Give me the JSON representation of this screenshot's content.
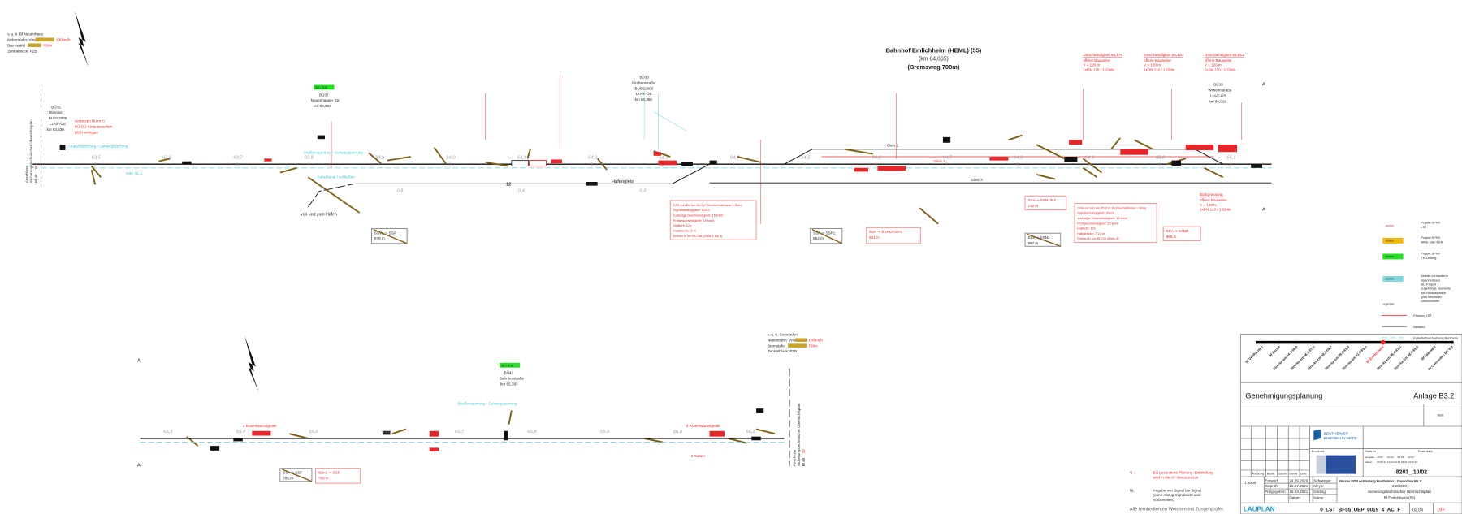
{
  "top_left_info": {
    "line1": "v. u. n. Bf Neuenhaus",
    "line2": "Nebenbahn: Vmax",
    "line2_value": "100km/h",
    "line3": "Bremstafel",
    "line3_value": "700m",
    "line4": "Zentralblock: PZB"
  },
  "bottom_right_info": {
    "line1": "v. u. n. Coevorden",
    "line2": "Nebenbahn: Vmax",
    "line2_value": "100km/h",
    "line3": "Bremstafel",
    "line3_value": "700m",
    "line4": "Zentralblock: PZB"
  },
  "title": {
    "name": "Bahnhof Emlichheim (HEML) (55)",
    "km": "(km 64,665)",
    "brake": "(Bremsweg 700m)"
  },
  "left_connection": {
    "line1": "Anschluss",
    "line2": "Sicherungstechnischer Übersichtsplan",
    "line3": "Bf alt",
    "line3_value": "18"
  },
  "right_connection": {
    "line1": "Anschluss",
    "line2": "Sicherungstechnischer Übersichtsplan",
    "line3": "Bf alt",
    "line3_value": "20"
  },
  "level_crossing_left": {
    "lines": [
      "BÜ35",
      "Oberdorf",
      "BUES2000",
      "LzA/F-ÜS",
      "km 63,630"
    ],
    "notes": [
      "versetzen Bü-m  *)",
      "BÜ-BÜ-Kette tauschen",
      "BüSt verlegen"
    ]
  },
  "cyan_notes": {
    "road_closure": "Straßensperrung / Gehwegsperrung",
    "cable": "KBK Gl. 1",
    "cable2": "Kabelkanal / schließen"
  },
  "km_marks_top": [
    "63,5",
    "63,6",
    "63,7",
    "63,8",
    "63,9",
    "64,0",
    "64,1",
    "64,2",
    "64,3",
    "64,4",
    "64,5",
    "64,6",
    "64,7",
    "64,8",
    "64,9",
    "65,0",
    "65,1"
  ],
  "km_marks_harbour": [
    "0,5",
    "0,4",
    "0,3"
  ],
  "km_marks_bottom": [
    "65,3",
    "65,4",
    "65,5",
    "65,6",
    "65,7",
    "65,8",
    "65,9",
    "66,0",
    "66,1"
  ],
  "harbour": {
    "track_label": "Hafengleis",
    "track_no": "12",
    "route_label": "von und zum Hafen"
  },
  "station_track_labels": [
    "Gleis 1",
    "Gleis 2",
    "Gleis 3"
  ],
  "distance_boxes": [
    {
      "route": "SSVa ⇒ SSA",
      "length": "879 m",
      "style": "grey"
    },
    {
      "route": "SSP ⇒ SSP1",
      "length": "852 m",
      "style": "grey"
    },
    {
      "route": "SSF ⇒ SSP1/P2/P3",
      "length": "851 m",
      "style": "red"
    },
    {
      "route": "SSA ⇒ SSN1/N2",
      "length": "732 m",
      "style": "red"
    },
    {
      "route": "SSn ⇒ SSN2",
      "length": "997 m",
      "style": "grey"
    },
    {
      "route": "SSA ⇒ SSBB",
      "length": "988 m",
      "style": "red"
    },
    {
      "route": "SSn ⇒ SSF",
      "length": "785 m",
      "style": "grey"
    },
    {
      "route": "SSn1 ⇒ SSF",
      "length": "760 m",
      "style": "red"
    }
  ],
  "gfa_boxes": [
    {
      "lines": [
        "GFA von BÜ km 64,3 (F Sichtverhältnisse = 80m)",
        "Signalabhängigkeit: SSV3",
        "zulässige Geschwindigkeit: 15 km/h",
        "Prüfgeschwindigkeit: 15 km/h",
        "Haltlicht: 12s",
        "Haltstrecke: 8 m",
        "Einbau in km 64,768 (Gleis 1 bis 3)"
      ]
    },
    {
      "lines": [
        "GFA von BÜ km 65,3 (F Sichtverhältnisse = 80m)",
        "Signalabhängigkeit: SSV3",
        "zulässige Geschwindigkeit: 15 km/h",
        "Prüfgeschwindigkeit: 15 km/h",
        "Haltlicht: 12s",
        "Haltstrecke: 7,14 m",
        "Einbau in km 65,743 (Gleis 3)"
      ]
    }
  ],
  "speed_notes": [
    {
      "title": "Geschwindigkeit 65,175",
      "lines": [
        "offene Bauweise",
        "V = 120 m",
        "1xDN 110 / 1 Gbits"
      ]
    },
    {
      "title": "Geschwindigkeit 65,420",
      "lines": [
        "offene Bauweise",
        "V = 120 m",
        "1xDN 110 / 1 Gbits"
      ]
    },
    {
      "title": "Geschwindigkeit 65,651",
      "lines": [
        "offene Bauweise",
        "V = 120 m",
        "1xDN 110 / 1 Gbits"
      ]
    },
    {
      "title": "Bohrpressung",
      "lines": [
        "offene Bauweise",
        "V = 120 m",
        "1xDN 110 / 1 Gbits"
      ]
    }
  ],
  "crossing_labels": [
    {
      "lines": [
        "BÜ37",
        "Neuenhauser Str.",
        "km 63,983"
      ],
      "badge": "BÜ / BUE"
    },
    {
      "lines": [
        "BÜ38",
        "Kirchenstraße",
        "BUES2000",
        "LzA/F-ÜS",
        "km 64,386"
      ]
    },
    {
      "lines": [
        "BÜ39",
        "Wilhelmstraße",
        "LzA/F-ÜS",
        "km 65,016"
      ]
    },
    {
      "lines": [
        "BÜ41",
        "Bahnhofstraße",
        "km 65,383"
      ],
      "badge": "BÜ / BUE"
    }
  ],
  "bottom_notes": {
    "warn": "2 Rottenwarnsignale",
    "warn2": "2 Rotten"
  },
  "legend": {
    "swatch_text": "xxxxxx",
    "items": [
      {
        "kind": "red",
        "label1": "Projekt SPNV",
        "label2": "LST"
      },
      {
        "kind": "orange",
        "label1": "Projekt SPNV",
        "label2": "WRE oder EEA"
      },
      {
        "kind": "green",
        "label1": "Projekt SPNV",
        "label2": "TK-Leitung"
      },
      {
        "kind": "cyan",
        "label1": "bereits vorhandene",
        "label2": "Spannerloses",
        "label3": "BÜ-Projekt",
        "label4": "zugehörige Elemente",
        "label5": "als Endzustand in",
        "label6": "grau informativ",
        "label7": "übernommen"
      }
    ],
    "heading": "Legende:",
    "lines": [
      {
        "kind": "red",
        "label": "Planung LST"
      },
      {
        "kind": "black",
        "label": "Bestand"
      },
      {
        "kind": "cyan",
        "label": "Kabeltiefbau Nutzung Bentheim"
      }
    ],
    "colors": {
      "red": "#e8262a",
      "orange": "#f5b800",
      "green": "#22e022",
      "cyan": "#7fd8de",
      "black": "#333333"
    }
  },
  "route_strip": {
    "stations": [
      "Bf Veldhausen",
      "Bf Esche",
      "Strecke km 54,3-56,0",
      "Strecke km 56,1-57,5",
      "Strecke km 58,5-59,7",
      "Strecke km 59,8-61,3",
      "Strecke km 61,5-63,4",
      "Bf Emlichheim",
      "Strecke km 66,4-67,5",
      "Strecke km 68,0-69,8",
      "Bf Laarwald",
      "Bf Coevorden BE Vof"
    ],
    "current_index": 7
  },
  "notes": {
    "star": "*)",
    "star_text1": "BÜ gesonderte Planung. Einbindung",
    "star_text2": "wird in die AP übernommen",
    "nl": "NL",
    "nl_text1": "Angabe von Signal bis Signal",
    "nl_text2": "(ohne Abzug Signalsicht und",
    "nl_text3": "Vorbremsen)",
    "all_switches": "Alle fernbedienten Weichen mit Zungenprüfer."
  },
  "title_block": {
    "phase": "Genehmigungsplanung",
    "annex": "Anlage B3.2",
    "company1": "BENTHEIMER",
    "company2": "EISENBAHN NETZ",
    "based_on": "Beruht auf",
    "replaces": "Ersatz für",
    "replaced_by": "Ersatz durch",
    "issue_label": "Ausgabe",
    "issues": [
      "02.01",
      "02.02",
      "02.03",
      "02.04"
    ],
    "date_label": "Datum",
    "dates": [
      "05.05.22",
      "19.04.23",
      "30.04.23",
      "24.05.24"
    ],
    "drawing_no": "8203_.10/02",
    "route": "Strecke 8203 Achterberg Bentheimer - Coevorden BE V",
    "number": "2580000",
    "plan_type": "Sicherungstechnischer Übersichtsplan",
    "station": "Bf Emlichheim (55)",
    "scale": "1:2000",
    "rows": [
      {
        "label": "Entwurf",
        "date": "24.09.2020",
        "name": "Schwieger"
      },
      {
        "label": "Geprüft",
        "date": "15.07.2021",
        "name": "Meyer"
      },
      {
        "label": "Freigegeben",
        "date": "15.03.2021",
        "name": "Döding"
      },
      {
        "label": "",
        "date": "Datum",
        "name": "Name"
      }
    ],
    "rev_headers": [
      "Änderung",
      "Bearb.",
      "Datum",
      "Geprüft",
      "Lfd.Nr."
    ],
    "planner": "LAUPLAN",
    "file": "0_LST_BF55_UEP_0019_4_AC_F",
    "version": "02.04",
    "sheet": "19+",
    "sheet_label": "Blatt"
  }
}
